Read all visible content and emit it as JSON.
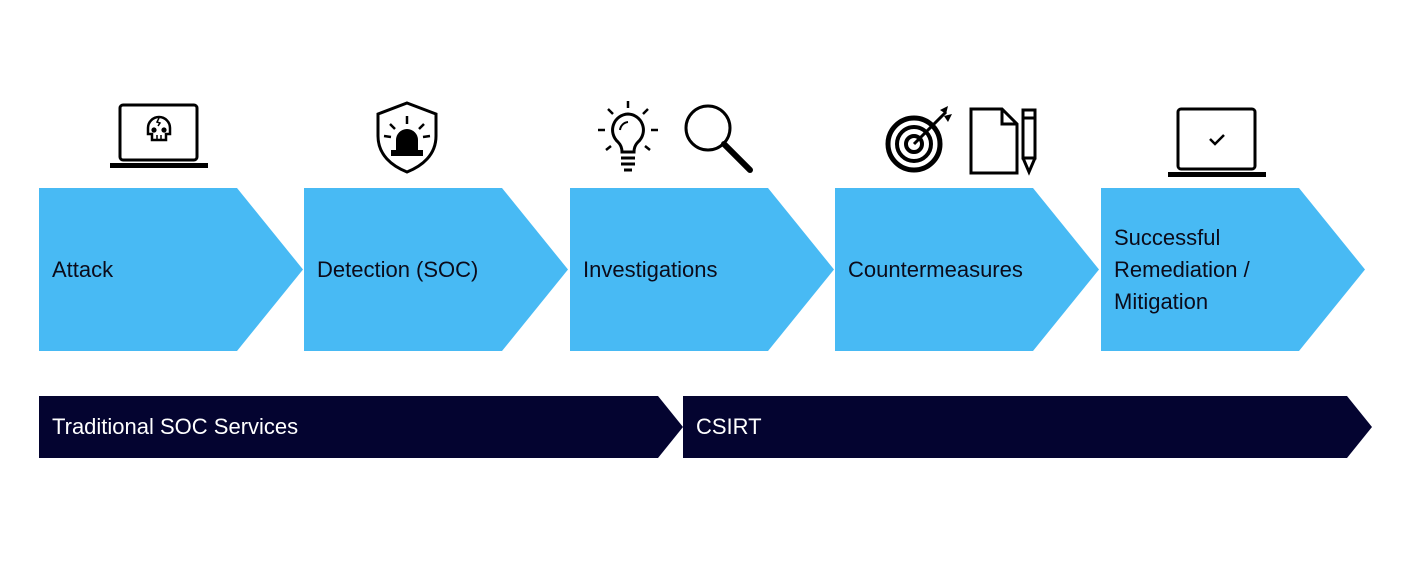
{
  "steps": [
    {
      "label": "Attack",
      "icon": "laptop-skull-icon"
    },
    {
      "label": "Detection (SOC)",
      "icon": "shield-alarm-icon"
    },
    {
      "label": "Investigations",
      "icon": "lightbulb-magnifier-icon"
    },
    {
      "label": "Countermeasures",
      "icon": "target-document-pencil-icon"
    },
    {
      "label": "Successful\nRemediation /\nMitigation",
      "icon": "laptop-check-icon"
    }
  ],
  "bands": [
    {
      "label": "Traditional SOC Services"
    },
    {
      "label": "CSIRT"
    }
  ],
  "colors": {
    "step_fill": "#48baf4",
    "band_fill": "#040430",
    "icon_stroke": "#000000"
  }
}
